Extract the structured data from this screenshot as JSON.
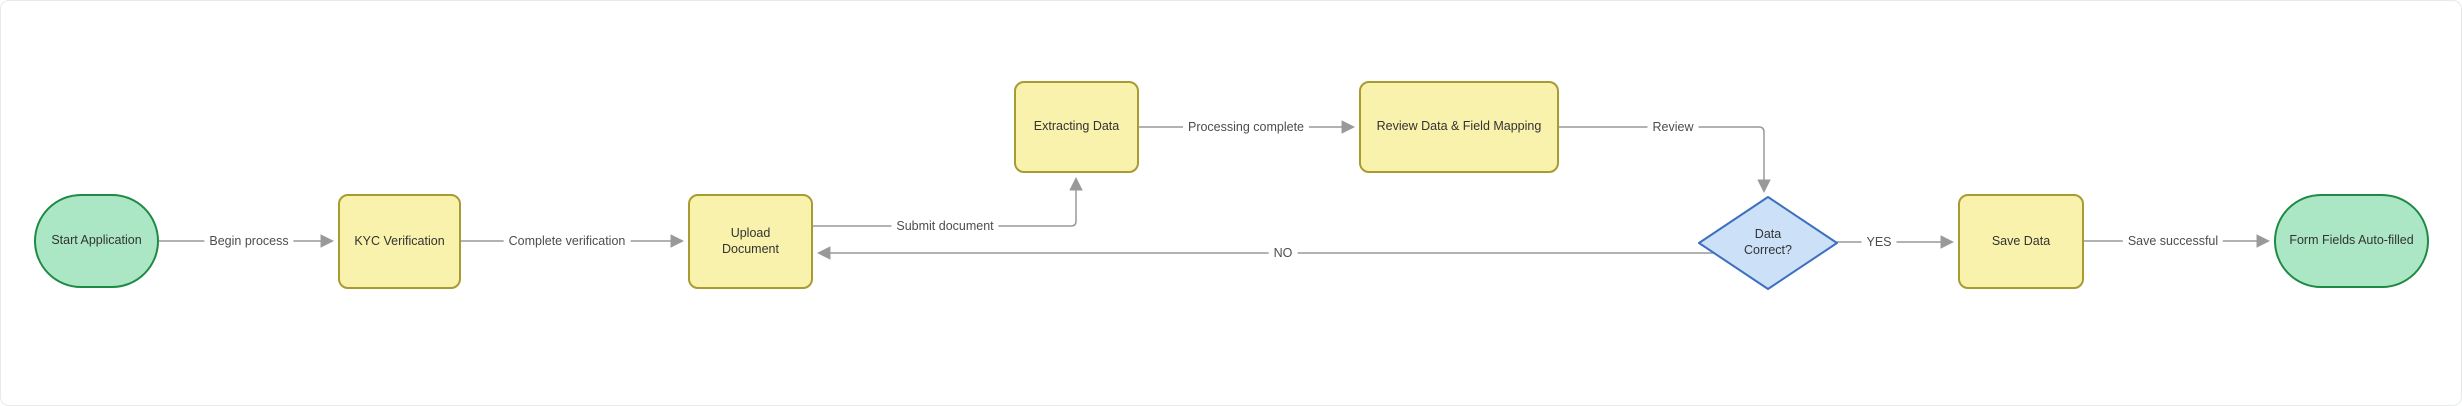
{
  "diagram": {
    "type": "flowchart",
    "direction": "left-to-right",
    "nodes": [
      {
        "id": "start",
        "label": "Start Application",
        "shape": "stadium",
        "color_role": "terminal-green"
      },
      {
        "id": "kyc",
        "label": "KYC Verification",
        "shape": "rounded-rect",
        "color_role": "process-yellow"
      },
      {
        "id": "upload",
        "label": "Upload Document",
        "shape": "rounded-rect",
        "color_role": "process-yellow"
      },
      {
        "id": "extract",
        "label": "Extracting Data",
        "shape": "rounded-rect",
        "color_role": "process-yellow"
      },
      {
        "id": "review",
        "label": "Review Data & Field Mapping",
        "shape": "rounded-rect",
        "color_role": "process-yellow"
      },
      {
        "id": "decide",
        "label": "Data Correct?",
        "shape": "diamond",
        "color_role": "decision-blue"
      },
      {
        "id": "save",
        "label": "Save Data",
        "shape": "rounded-rect",
        "color_role": "process-yellow"
      },
      {
        "id": "done",
        "label": "Form Fields Auto-filled",
        "shape": "stadium",
        "color_role": "terminal-green"
      }
    ],
    "edges": [
      {
        "from": "start",
        "to": "kyc",
        "label": "Begin process"
      },
      {
        "from": "kyc",
        "to": "upload",
        "label": "Complete verification"
      },
      {
        "from": "upload",
        "to": "extract",
        "label": "Submit document"
      },
      {
        "from": "extract",
        "to": "review",
        "label": "Processing complete"
      },
      {
        "from": "review",
        "to": "decide",
        "label": "Review"
      },
      {
        "from": "decide",
        "to": "save",
        "label": "YES"
      },
      {
        "from": "save",
        "to": "done",
        "label": "Save successful"
      },
      {
        "from": "decide",
        "to": "upload",
        "label": "NO"
      }
    ],
    "colors": {
      "process_fill": "#F8F2AC",
      "process_border": "#A89B32",
      "terminal_fill": "#ABE7C4",
      "terminal_border": "#1E8A44",
      "decision_fill": "#CCE0F8",
      "decision_border": "#3E6FBE",
      "edge_line": "#999999",
      "edge_label_text": "#4D4D4D",
      "node_text": "#333333",
      "canvas_border": "#E7E9EB"
    }
  }
}
